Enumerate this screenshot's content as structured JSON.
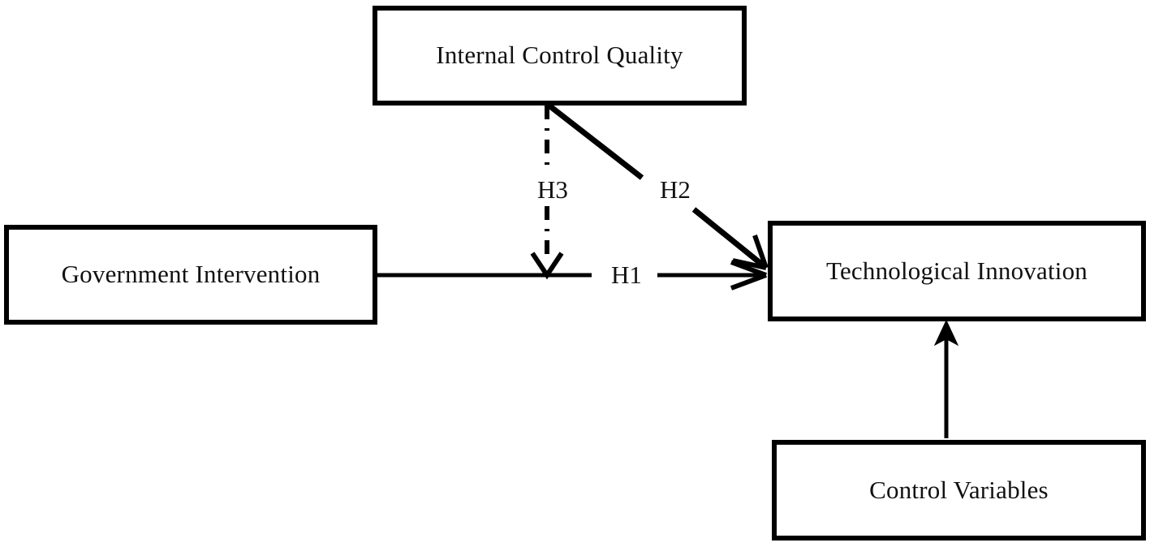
{
  "figure": {
    "kind": "conceptual-framework-diagram",
    "background_color": "#ffffff",
    "line_color": "#000000",
    "text_color": "#111111"
  },
  "nodes": [
    {
      "id": "internal-control-quality",
      "label": "Internal Control Quality",
      "role": "moderator",
      "position": "top-center"
    },
    {
      "id": "government-intervention",
      "label": "Government Intervention",
      "role": "independent-variable",
      "position": "left"
    },
    {
      "id": "technological-innovation",
      "label": "Technological Innovation",
      "role": "dependent-variable",
      "position": "right"
    },
    {
      "id": "control-variables",
      "label": "Control Variables",
      "role": "controls",
      "position": "bottom-right"
    }
  ],
  "edges": [
    {
      "id": "h1",
      "label": "H1",
      "from": "government-intervention",
      "to": "technological-innovation",
      "style": "solid",
      "arrow": "filled-open",
      "orientation": "horizontal"
    },
    {
      "id": "h2",
      "label": "H2",
      "from": "internal-control-quality",
      "to": "technological-innovation",
      "style": "solid",
      "arrow": "filled-open",
      "orientation": "diagonal"
    },
    {
      "id": "h3",
      "label": "H3",
      "from": "internal-control-quality",
      "to": "h1",
      "style": "dash-dot",
      "arrow": "open-v",
      "orientation": "vertical"
    },
    {
      "id": "controls-to-dv",
      "label": "",
      "from": "control-variables",
      "to": "technological-innovation",
      "style": "solid",
      "arrow": "filled",
      "orientation": "vertical"
    }
  ]
}
